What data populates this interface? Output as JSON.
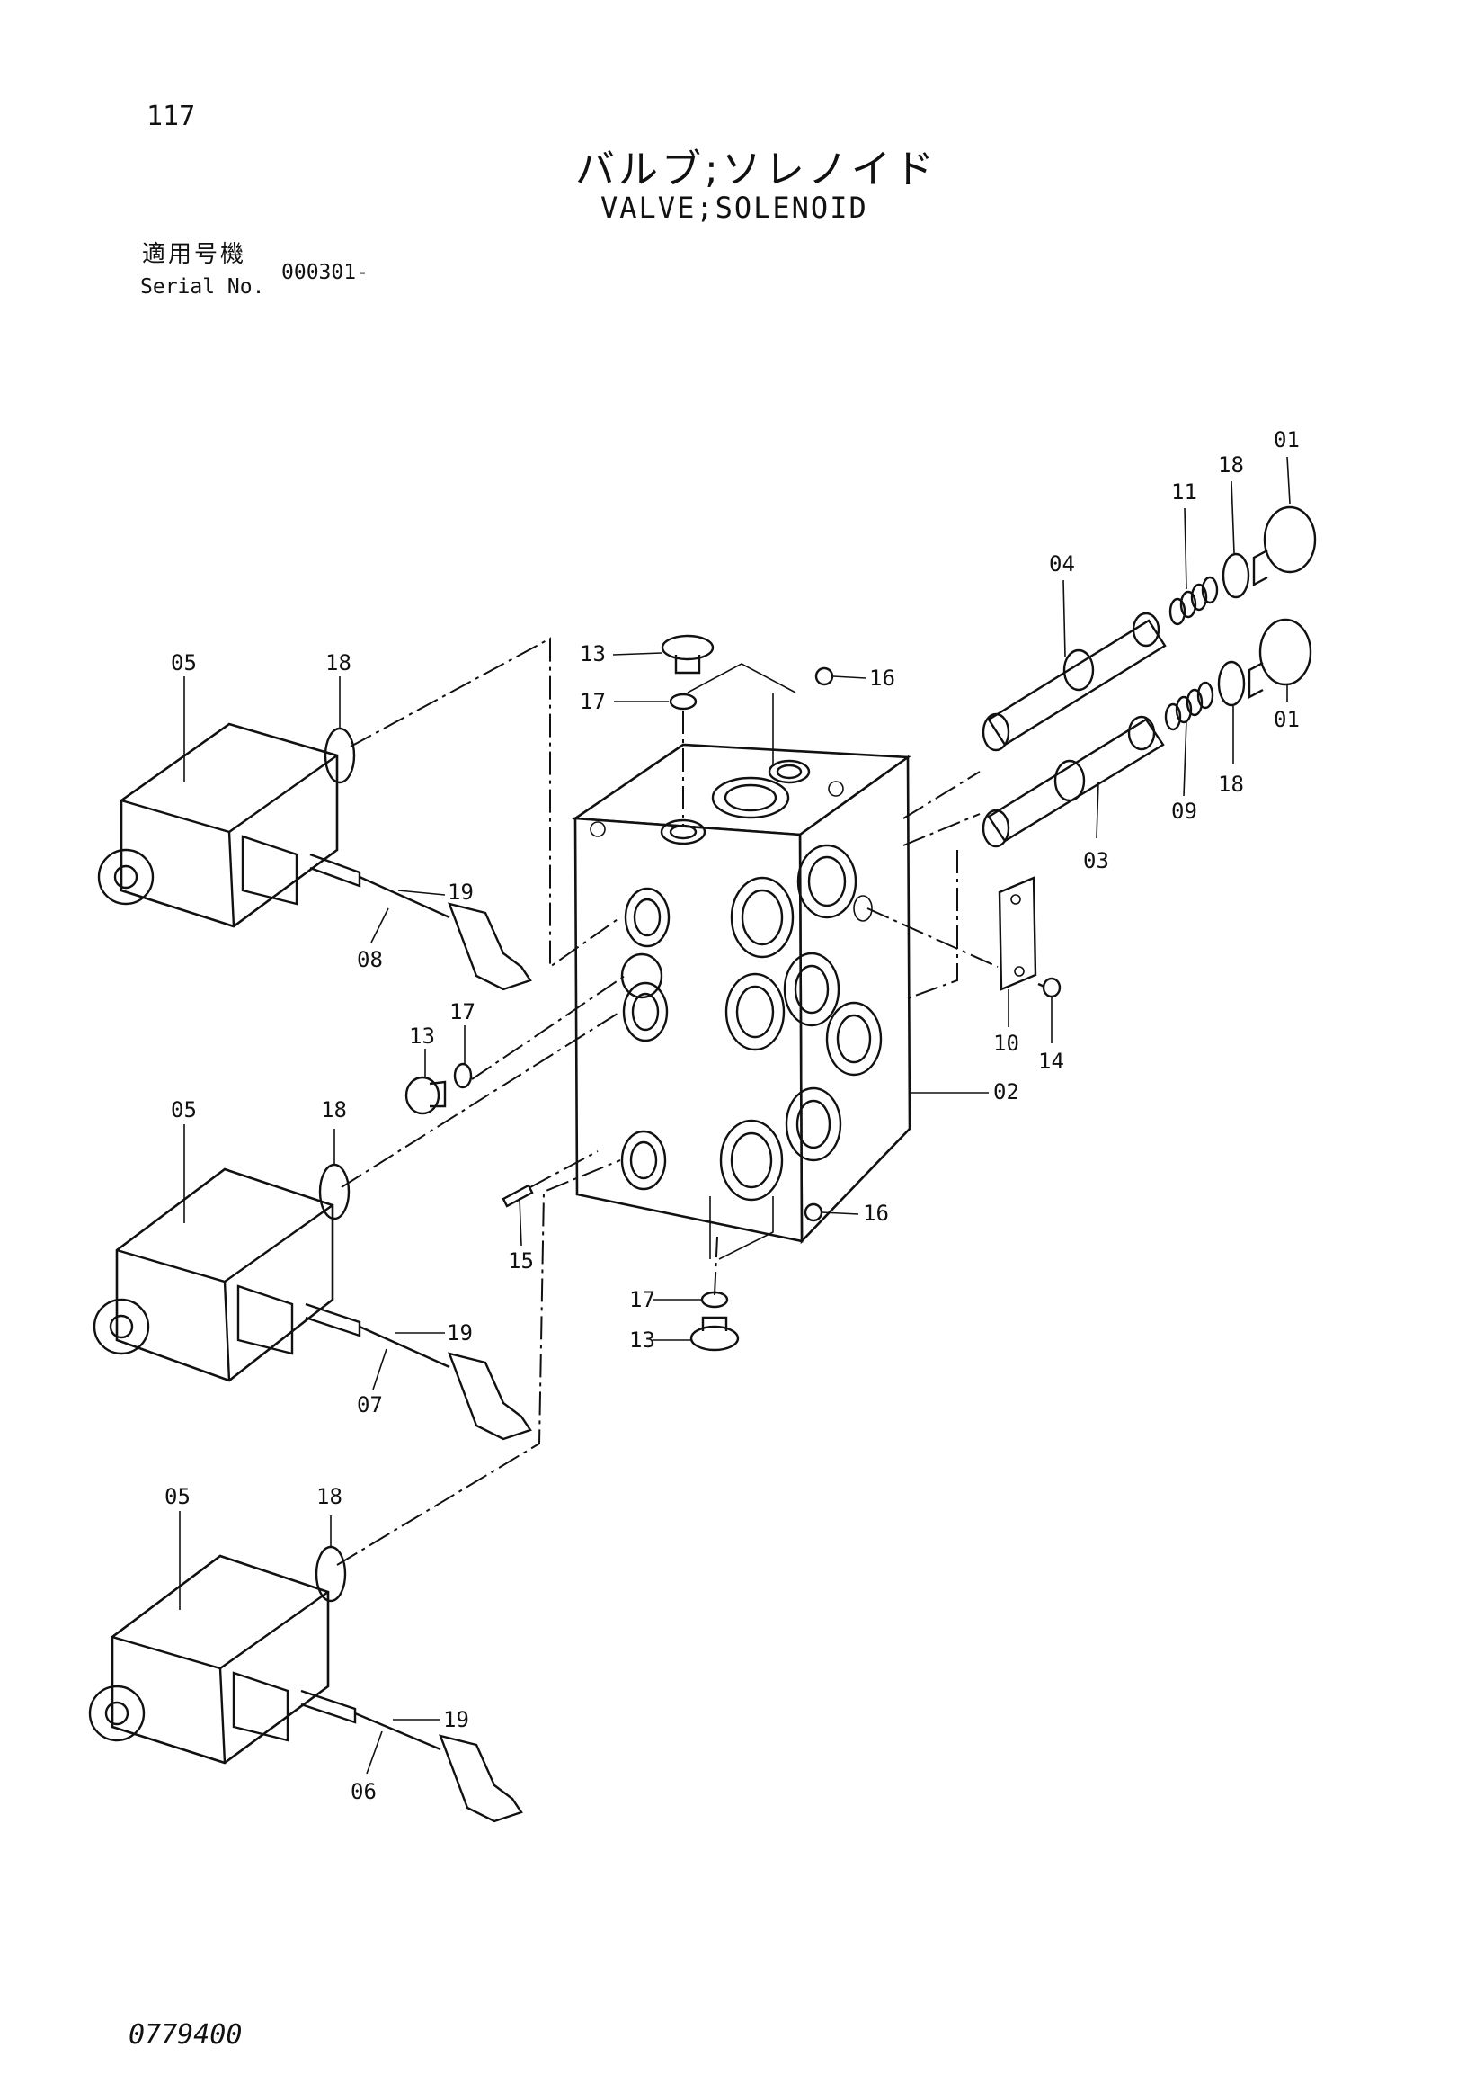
{
  "header": {
    "page_number": "117",
    "title_jp": "バルブ;ソレノイド",
    "title_en": "VALVE;SOLENOID",
    "serial_label_jp": "適用号機",
    "serial_label_en": "Serial No.",
    "serial_value": "000301-"
  },
  "callouts": {
    "c01_top": "01",
    "c18_top": "18",
    "c11": "11",
    "c04": "04",
    "c01_mid": "01",
    "c18_mid": "18",
    "c09": "09",
    "c03": "03",
    "c13_top": "13",
    "c17_top": "17",
    "c16_top": "16",
    "c05_a": "05",
    "c18_a": "18",
    "c19_a": "19",
    "c08": "08",
    "c13_mid": "13",
    "c17_mid": "17",
    "c10": "10",
    "c14": "14",
    "c02": "02",
    "c05_b": "05",
    "c18_b": "18",
    "c15": "15",
    "c16_bot": "16",
    "c19_b": "19",
    "c07": "07",
    "c17_bot": "17",
    "c13_bot": "13",
    "c05_c": "05",
    "c18_c": "18",
    "c19_c": "19",
    "c06": "06"
  },
  "footer": {
    "drawing_number": "0779400"
  }
}
